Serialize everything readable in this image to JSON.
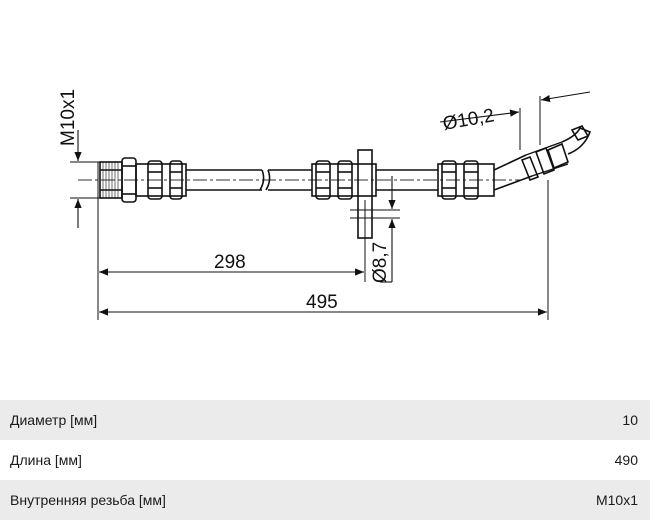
{
  "drawing": {
    "labels": {
      "thread": "M10x1",
      "outer_diameter": "Ø10,2",
      "bracket_hole": "Ø8,7",
      "length_to_bracket": "298",
      "total_length": "495"
    }
  },
  "specs": [
    {
      "label": "Диаметр [мм]",
      "value": "10"
    },
    {
      "label": "Длина [мм]",
      "value": "490"
    },
    {
      "label": "Внутренняя резьба [мм]",
      "value": "M10x1"
    }
  ]
}
